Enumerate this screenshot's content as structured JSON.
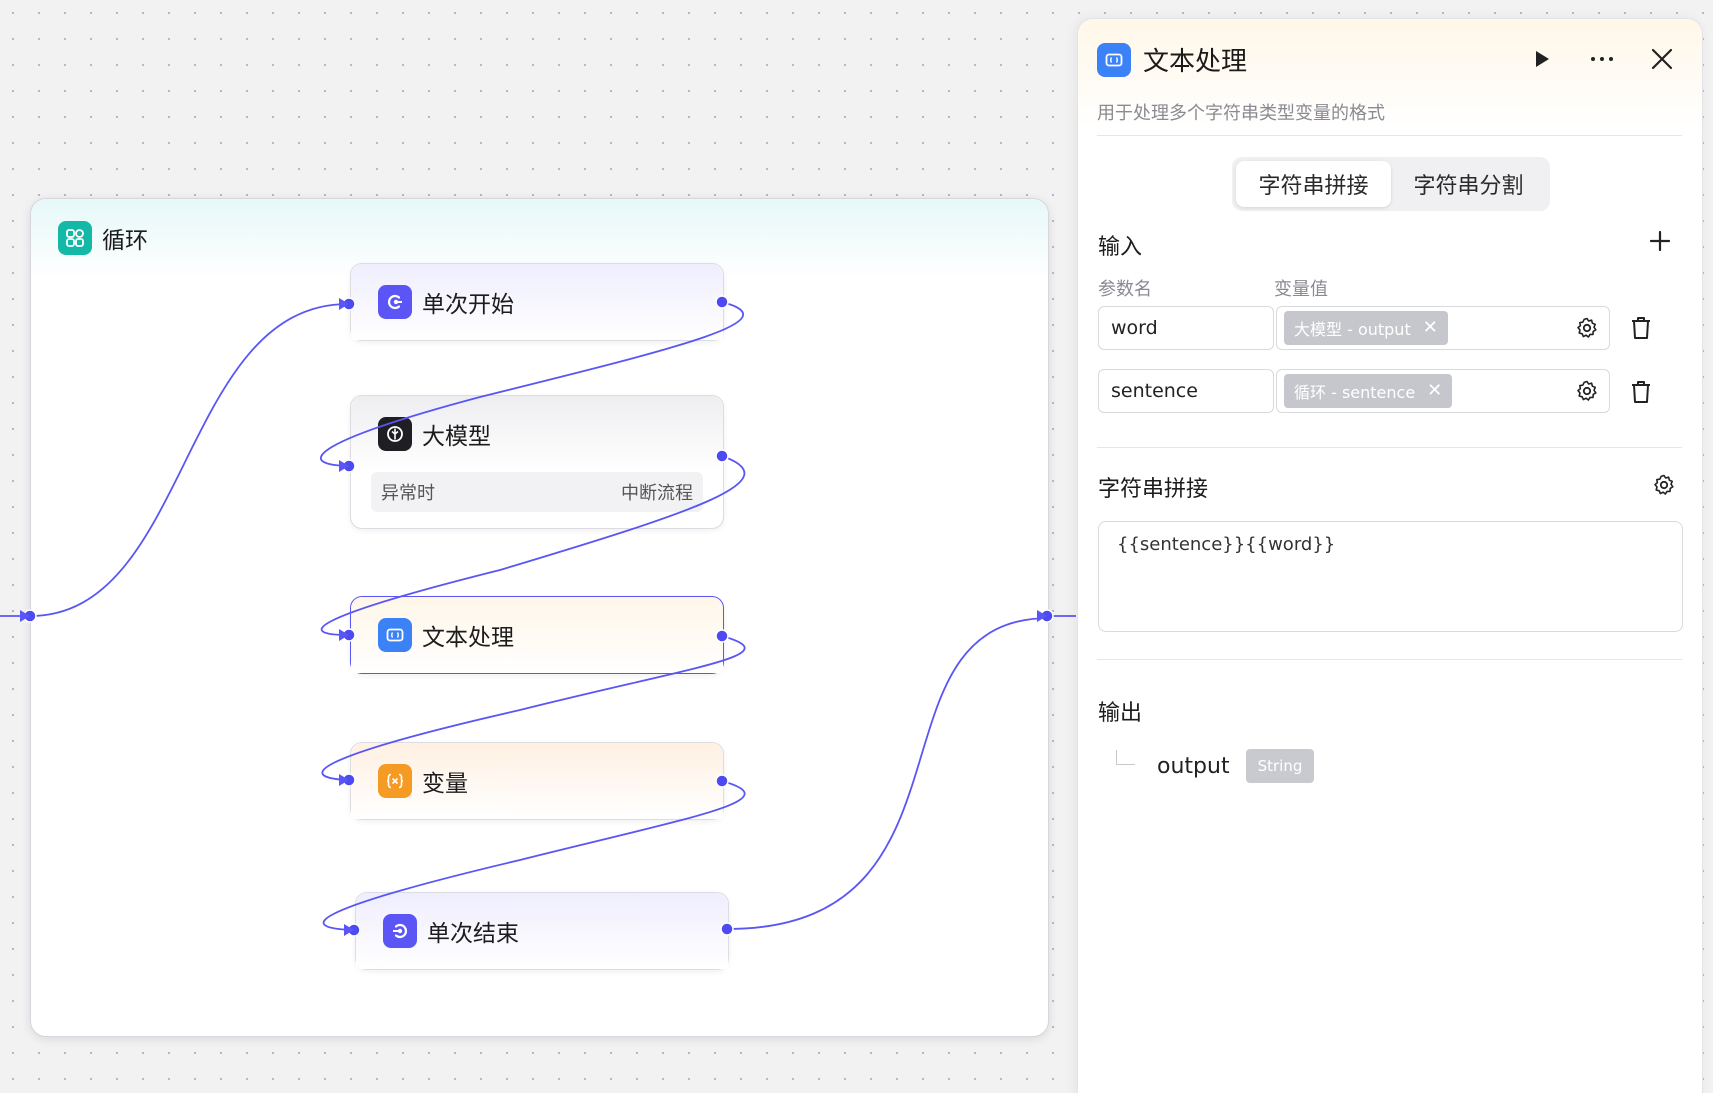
{
  "canvas": {
    "loop": {
      "title": "循环",
      "icon": "loop-icon",
      "color": "#14b8a6"
    },
    "nodes": {
      "start": {
        "title": "单次开始",
        "icon": "loop-start-icon",
        "color": "#5b55f6"
      },
      "llm": {
        "title": "大模型",
        "icon": "llm-icon",
        "color": "#1f1f23",
        "row_label": "异常时",
        "row_value": "中断流程"
      },
      "text": {
        "title": "文本处理",
        "icon": "text-process-icon",
        "color": "#3b82f6"
      },
      "var": {
        "title": "变量",
        "icon": "variable-icon",
        "color": "#f59a23"
      },
      "end": {
        "title": "单次结束",
        "icon": "loop-end-icon",
        "color": "#5b55f6"
      }
    },
    "edge_color": "#5a56f5"
  },
  "panel": {
    "title": "文本处理",
    "icon": "text-process-icon",
    "description": "用于处理多个字符串类型变量的格式",
    "tabs": [
      {
        "label": "字符串拼接",
        "active": true
      },
      {
        "label": "字符串分割",
        "active": false
      }
    ],
    "input": {
      "title": "输入",
      "col_name": "参数名",
      "col_value": "变量值",
      "rows": [
        {
          "name": "word",
          "value_tag": "大模型 - output"
        },
        {
          "name": "sentence",
          "value_tag": "循环 - sentence"
        }
      ]
    },
    "concat": {
      "title": "字符串拼接",
      "template": "{{sentence}}{{word}}"
    },
    "output": {
      "title": "输出",
      "name": "output",
      "type": "String"
    }
  }
}
